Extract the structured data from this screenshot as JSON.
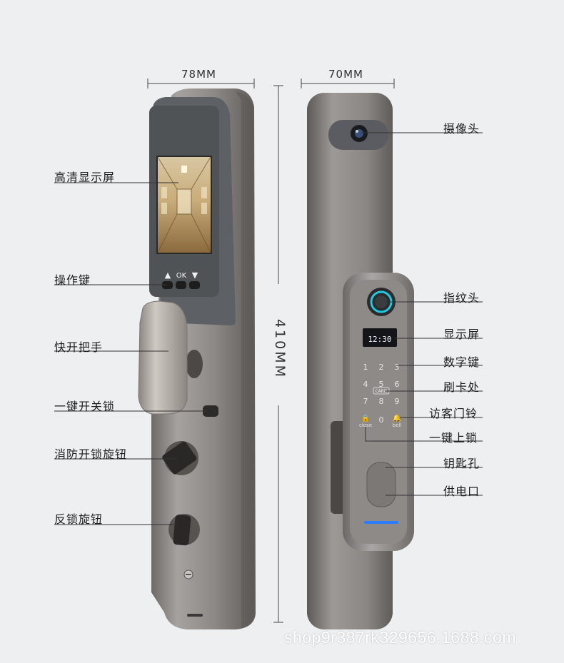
{
  "dimensions": {
    "width": "78MM",
    "depth": "70MM",
    "height": "410MM"
  },
  "left_labels": {
    "screen": "高清显示屏",
    "keys": "操作键",
    "handle": "快开把手",
    "one_key_lock": "一键开关锁",
    "fire_knob": "消防开锁旋钮",
    "anti_lock_knob": "反锁旋钮"
  },
  "right_labels": {
    "camera": "摄像头",
    "fingerprint": "指纹头",
    "display": "显示屏",
    "keypad": "数字键",
    "card": "刷卡处",
    "doorbell": "访客门铃",
    "one_key_lock": "一键上锁",
    "keyhole": "钥匙孔",
    "power": "供电口"
  },
  "screen_keys": [
    "▲",
    "OK",
    "▼"
  ],
  "display_time": "12:30",
  "keypad_digits": [
    "1",
    "2",
    "3",
    "4",
    "5",
    "6",
    "7",
    "8",
    "9",
    "0"
  ],
  "keypad_close": "close",
  "keypad_bell": "bell",
  "keypad_card": "CARD",
  "watermark": "shop9r387rk329656.1688.com",
  "colors": {
    "body_metal": "#8f8b88",
    "accent_blue": "#2d7cff",
    "fingerprint_ring": "#1fc8e0"
  }
}
